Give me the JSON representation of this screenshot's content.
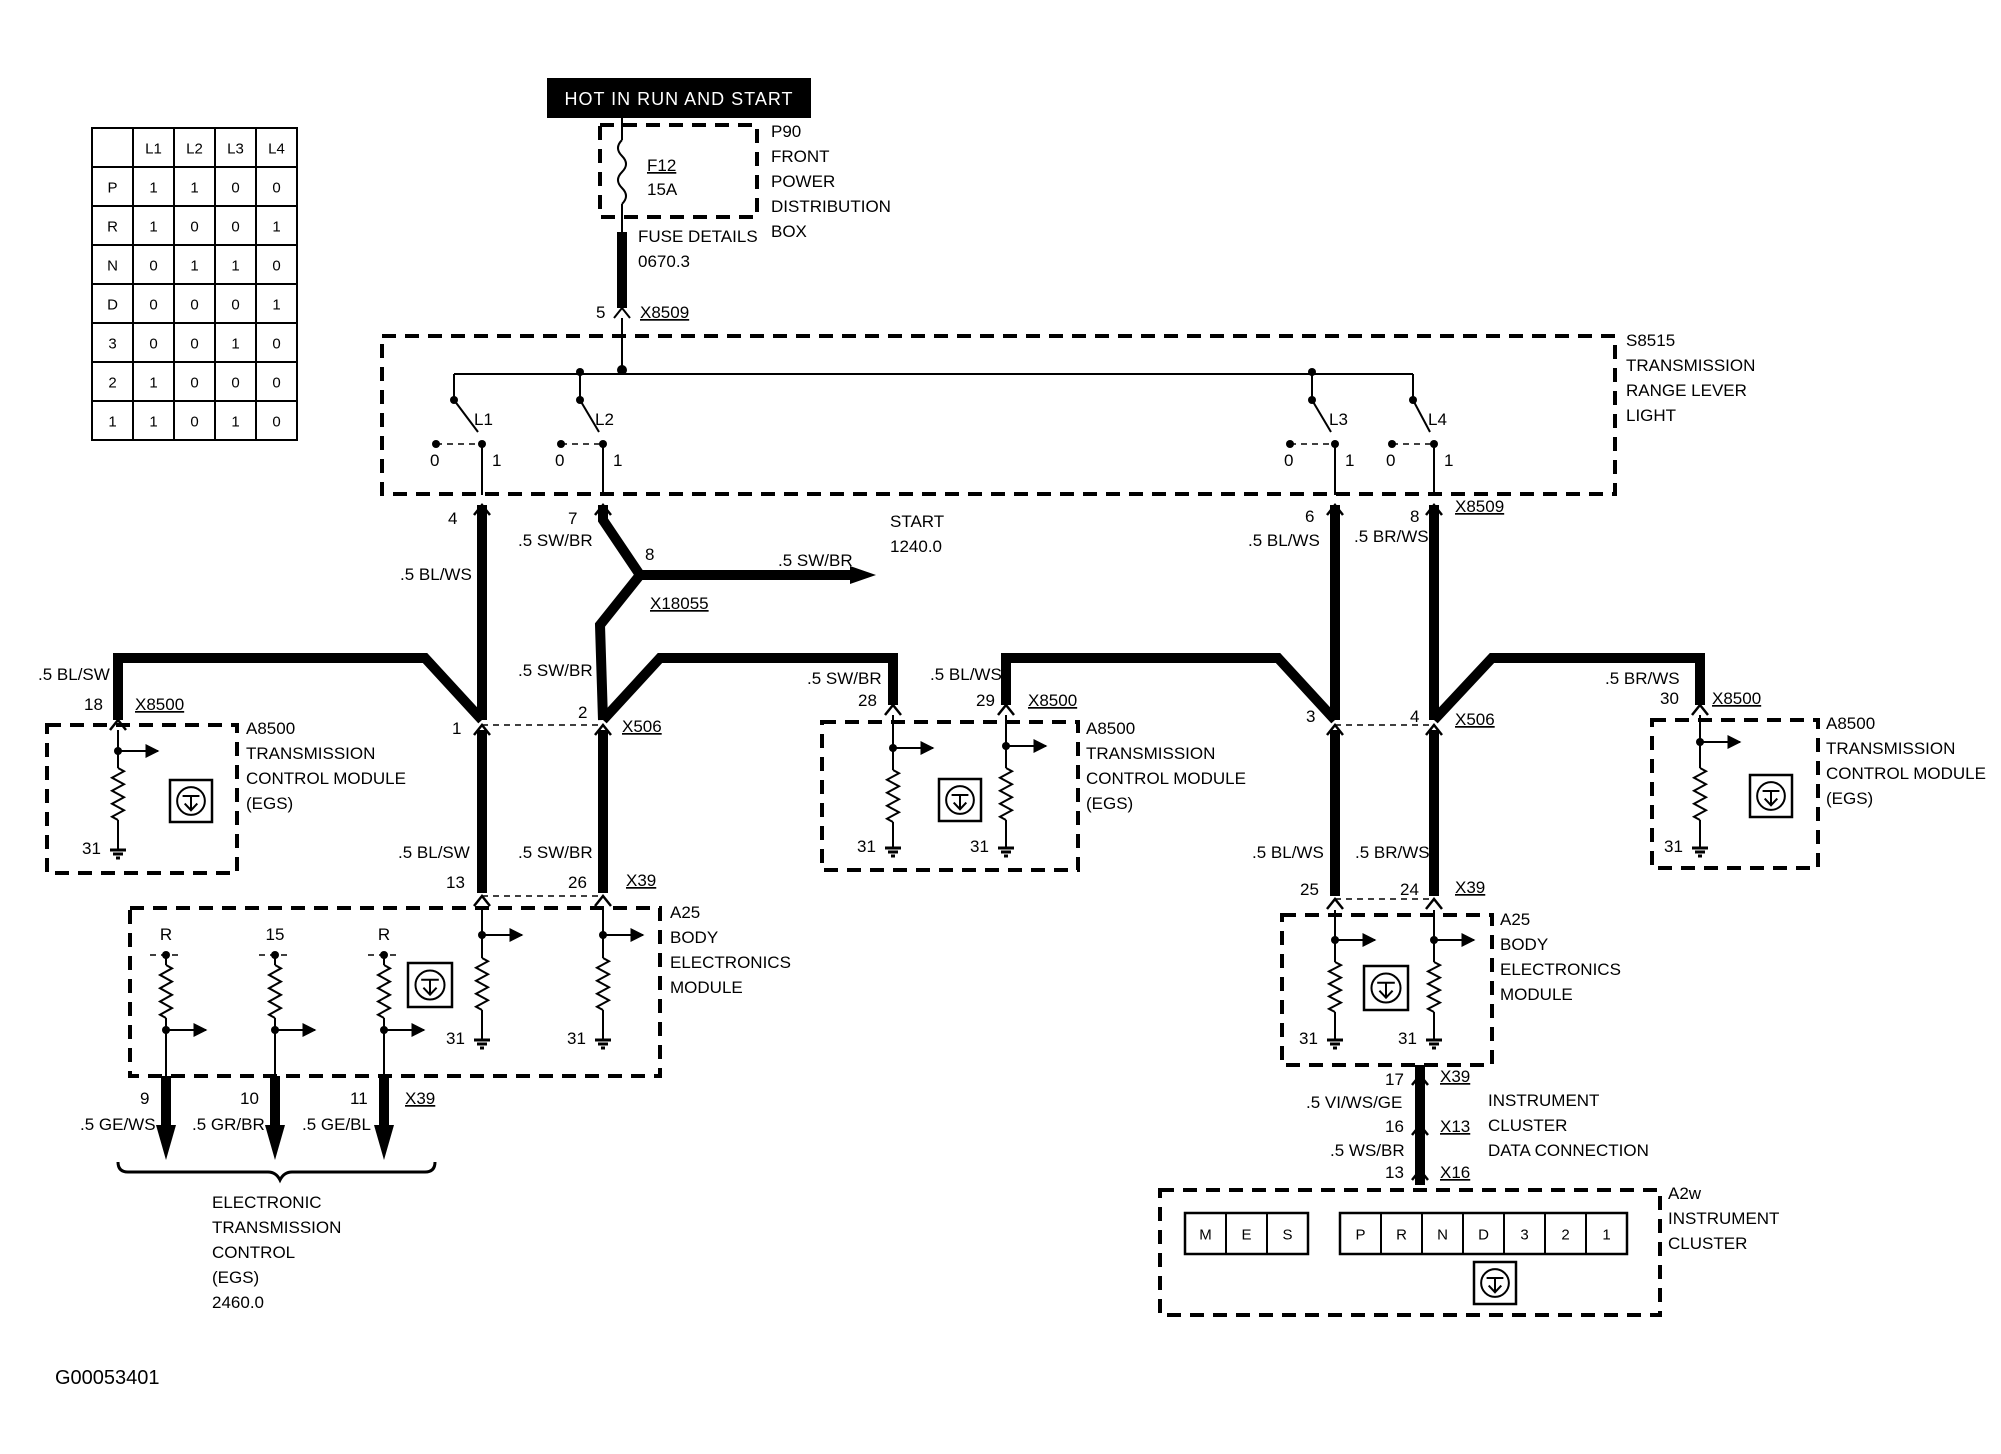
{
  "figure_id": "G00053401",
  "hot_label": "HOT IN RUN AND START",
  "fuse": {
    "id": "F12",
    "rating": "15A",
    "details": "FUSE DETAILS",
    "details_ref": "0670.3"
  },
  "power_box": [
    "P90",
    "FRONT",
    "POWER",
    "DISTRIBUTION",
    "BOX"
  ],
  "switch": {
    "lines": [
      "S8515",
      "TRANSMISSION",
      "RANGE LEVER",
      "LIGHT"
    ],
    "contacts": [
      "L1",
      "L2",
      "L3",
      "L4"
    ]
  },
  "truth_table": {
    "headers": [
      "",
      "L1",
      "L2",
      "L3",
      "L4"
    ],
    "rows": [
      [
        "P",
        "1",
        "1",
        "0",
        "0"
      ],
      [
        "R",
        "1",
        "0",
        "0",
        "1"
      ],
      [
        "N",
        "0",
        "1",
        "1",
        "0"
      ],
      [
        "D",
        "0",
        "0",
        "0",
        "1"
      ],
      [
        "3",
        "0",
        "0",
        "1",
        "0"
      ],
      [
        "2",
        "1",
        "0",
        "0",
        "0"
      ],
      [
        "1",
        "1",
        "0",
        "1",
        "0"
      ]
    ]
  },
  "tcm": [
    "A8500",
    "TRANSMISSION",
    "CONTROL MODULE",
    "(EGS)"
  ],
  "bem": [
    "A25",
    "BODY",
    "ELECTRONICS",
    "MODULE"
  ],
  "cluster": [
    "A2w",
    "INSTRUMENT",
    "CLUSTER"
  ],
  "cluster_data": [
    "INSTRUMENT",
    "CLUSTER",
    "DATA CONNECTION"
  ],
  "cluster_keys_left": [
    "M",
    "E",
    "S"
  ],
  "cluster_keys_right": [
    "P",
    "R",
    "N",
    "D",
    "3",
    "2",
    "1"
  ],
  "egs_ref": [
    "ELECTRONIC",
    "TRANSMISSION",
    "CONTROL",
    "(EGS)",
    "2460.0"
  ],
  "start_ref": [
    "START",
    "1240.0"
  ],
  "connectors": {
    "x8509": "X8509",
    "x18055": "X18055",
    "x8500": "X8500",
    "x506": "X506",
    "x39": "X39",
    "x13": "X13",
    "x16": "X16"
  },
  "wires": {
    "bl_ws": ".5 BL/WS",
    "sw_br": ".5 SW/BR",
    "br_ws": ".5 BR/WS",
    "bl_sw": ".5 BL/SW",
    "ge_ws": ".5 GE/WS",
    "gr_br": ".5 GR/BR",
    "ge_bl": ".5 GE/BL",
    "vi_ws_ge": ".5 VI/WS/GE",
    "ws_br": ".5 WS/BR"
  },
  "pins": {
    "p5": "5",
    "p4": "4",
    "p7": "7",
    "p8": "8",
    "p6": "6",
    "p1": "1",
    "p2": "2",
    "p3": "3",
    "p18": "18",
    "p28": "28",
    "p29": "29",
    "p30": "30",
    "p13": "13",
    "p26": "26",
    "p25": "25",
    "p24": "24",
    "p31": "31",
    "p9": "9",
    "p10": "10",
    "p11": "11",
    "p17": "17",
    "p16": "16",
    "p0": "0",
    "r": "R",
    "p15": "15"
  }
}
